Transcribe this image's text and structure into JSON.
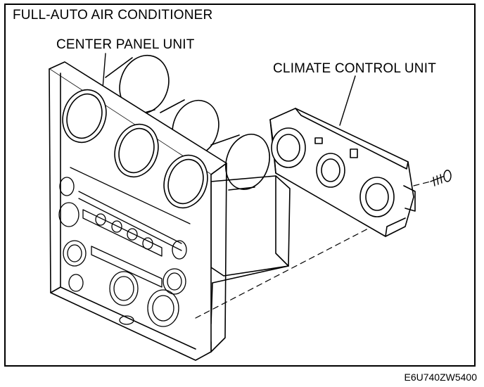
{
  "diagram": {
    "title": "FULL-AUTO AIR CONDITIONER",
    "labels": {
      "center_panel": "CENTER PANEL UNIT",
      "climate_control": "CLIMATE CONTROL UNIT"
    },
    "figure_code": "E6U740ZW5400",
    "colors": {
      "line": "#000000",
      "background": "#ffffff"
    }
  }
}
